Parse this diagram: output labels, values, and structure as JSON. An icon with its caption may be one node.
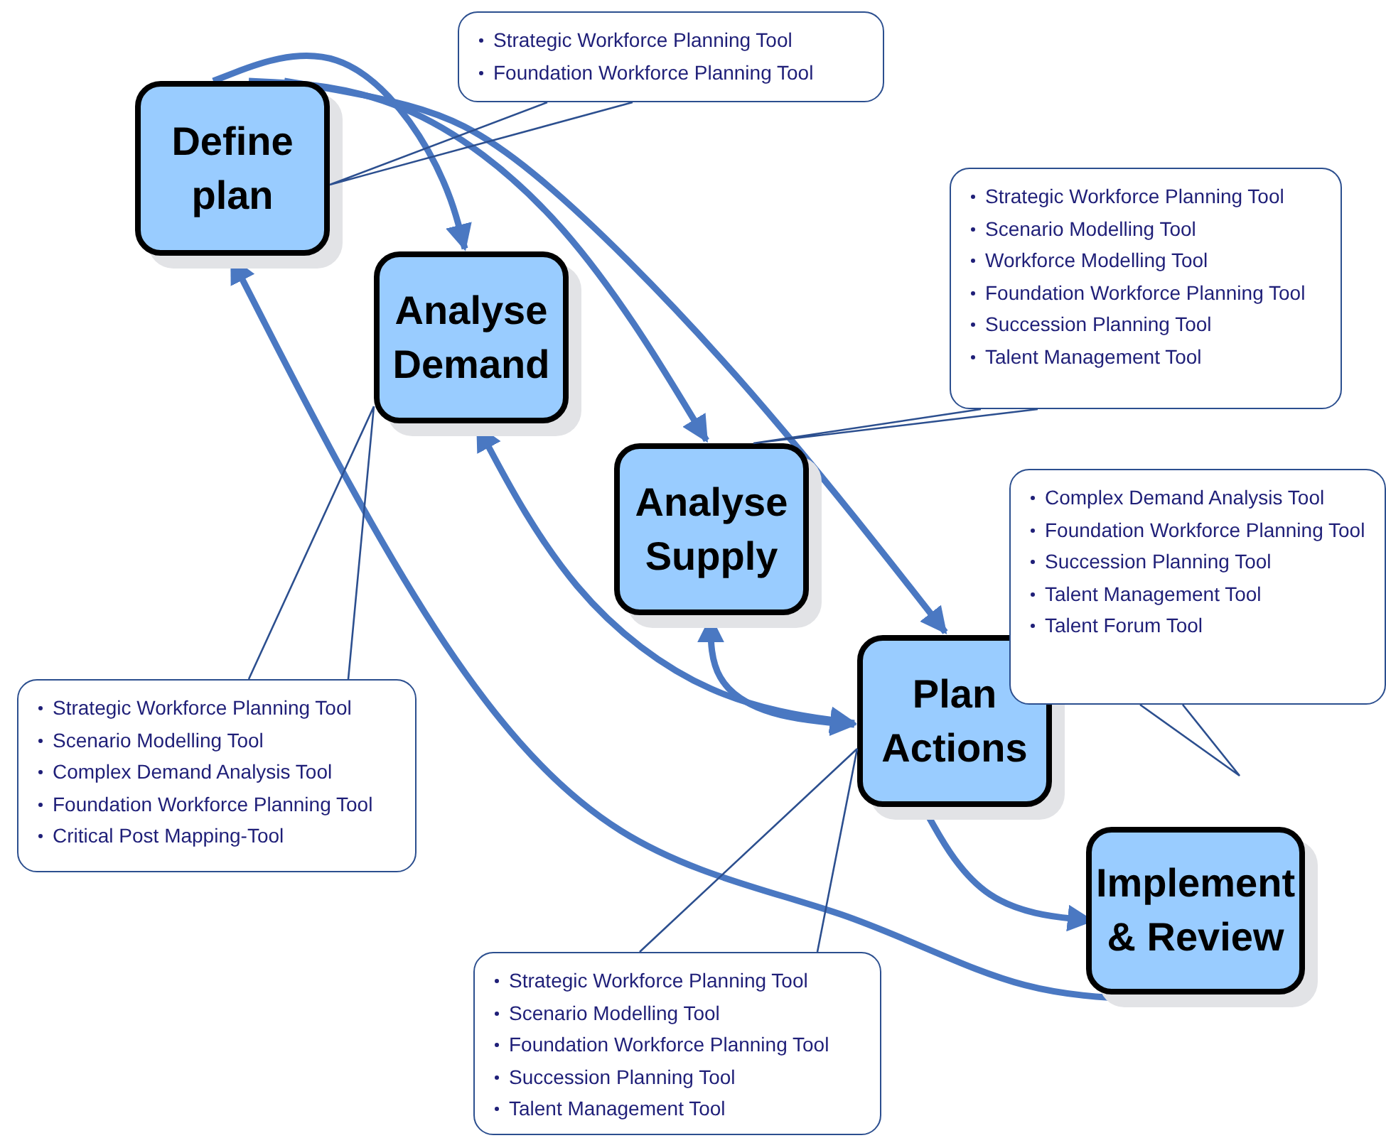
{
  "diagram": {
    "nodes": [
      {
        "text": [
          "Define plan"
        ]
      },
      {
        "text": [
          "Analyse Demand"
        ]
      },
      {
        "text": [
          "Analyse Supply"
        ]
      },
      {
        "text": [
          "Plan Actions"
        ]
      },
      {
        "text": [
          "Implement & Review"
        ]
      },
      {
        "text": [
          "Strategic Workforce Planning Tool",
          "Foundation Workforce Planning Tool"
        ]
      },
      {
        "text": [
          "Strategic Workforce Planning Tool",
          "Scenario Modelling Tool",
          "Workforce Modelling Tool",
          "Foundation Workforce Planning Tool",
          "Succession Planning Tool",
          "Talent Management Tool"
        ]
      },
      {
        "text": [
          "Complex Demand Analysis Tool",
          "Foundation Workforce Planning Tool",
          "Succession Planning Tool",
          "Talent Management Tool",
          "Talent Forum Tool"
        ]
      },
      {
        "text": [
          "Strategic Workforce Planning Tool",
          "Scenario Modelling Tool",
          "Complex Demand Analysis Tool",
          "Foundation Workforce Planning Tool",
          "Critical Post Mapping-Tool"
        ]
      },
      {
        "text": [
          "Strategic Workforce Planning Tool",
          "Scenario Modelling Tool",
          "Foundation Workforce Planning Tool",
          "Succession Planning Tool",
          "Talent Management Tool"
        ]
      }
    ],
    "edges": [
      {
        "from": 0,
        "to": 1,
        "arrow": "to"
      },
      {
        "from": 0,
        "to": 2,
        "arrow": "to"
      },
      {
        "from": 0,
        "to": 3,
        "arrow": "to"
      },
      {
        "from": 1,
        "to": 3,
        "arrow": "both"
      },
      {
        "from": 2,
        "to": 3,
        "arrow": "both"
      },
      {
        "from": 3,
        "to": 4,
        "arrow": "to"
      },
      {
        "from": 4,
        "to": 0,
        "arrow": "to"
      },
      {
        "from": 5,
        "to": 0,
        "arrow": "none"
      },
      {
        "from": 6,
        "to": 2,
        "arrow": "none"
      },
      {
        "from": 8,
        "to": 1,
        "arrow": "none"
      },
      {
        "from": 9,
        "to": 3,
        "arrow": "none"
      }
    ]
  }
}
